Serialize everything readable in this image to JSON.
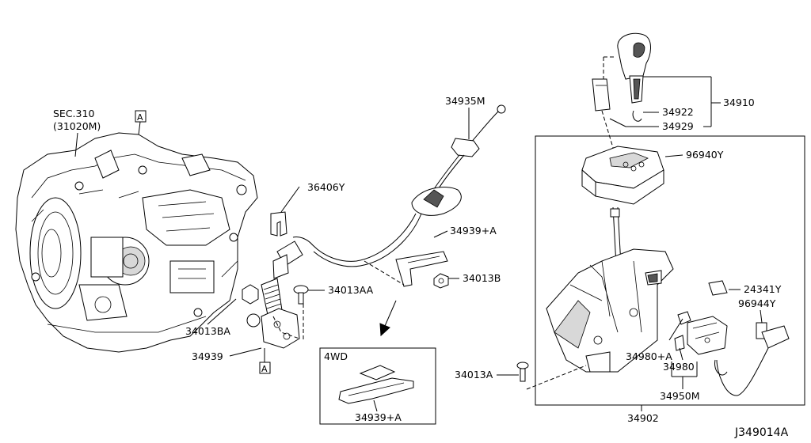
{
  "transmission": {
    "sec_line1": "SEC.310",
    "sec_line2": "(31020M)"
  },
  "refs": {
    "a_top": "A",
    "a_bottom": "A"
  },
  "labels": {
    "p34935M": "34935M",
    "p36406Y": "36406Y",
    "p34939A": "34939+A",
    "p34013B": "34013B",
    "p34013AA": "34013AA",
    "p34013BA": "34013BA",
    "p34939": "34939",
    "p34910": "34910",
    "p34922": "34922",
    "p34929": "34929",
    "p96940Y": "96940Y",
    "p24341Y": "24341Y",
    "p96944Y": "96944Y",
    "p34980A": "34980+A",
    "p34980": "34980",
    "p34950M": "34950M",
    "p34013A": "34013A",
    "p34902": "34902"
  },
  "inset": {
    "title": "4WD",
    "part": "34939+A"
  },
  "diagram_id": "J349014A"
}
